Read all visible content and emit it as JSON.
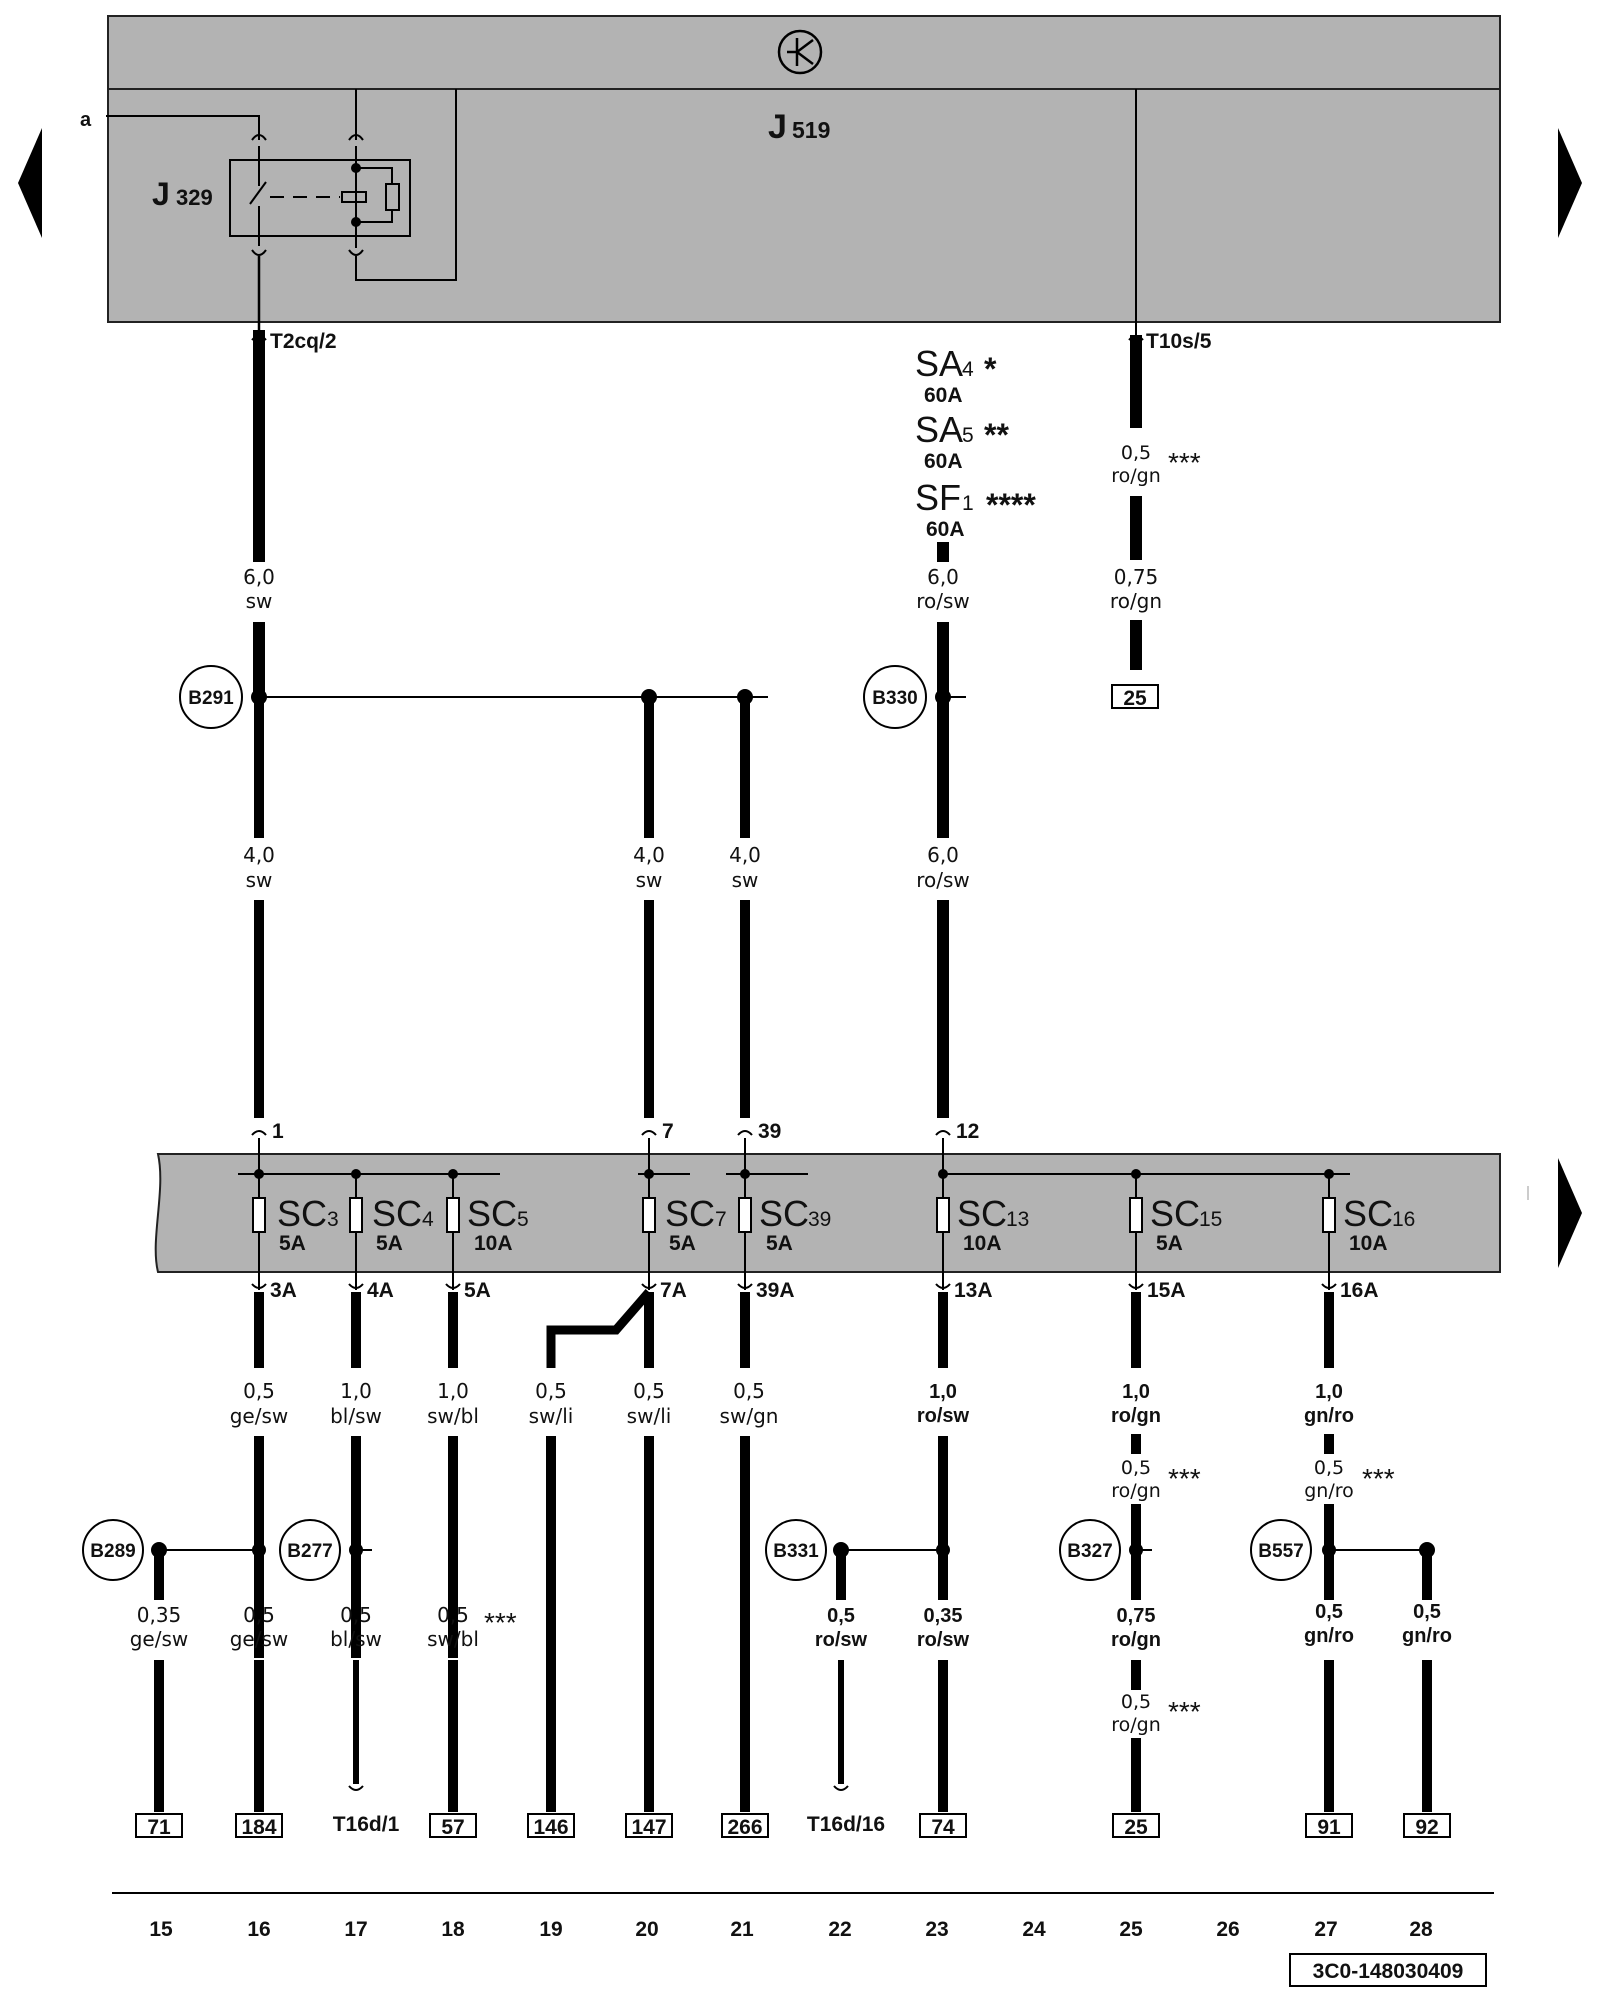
{
  "modules": {
    "top_component": "J",
    "top_component_sub": "519",
    "relay": "J",
    "relay_sub": "329",
    "wire_a": "a"
  },
  "connectors_top": [
    "T2cq/2",
    "T10s/5"
  ],
  "fuse_top": [
    {
      "name": "SA",
      "sub": "4",
      "mark": "*",
      "rating": "60A"
    },
    {
      "name": "SA",
      "sub": "5",
      "mark": "**",
      "rating": "60A"
    },
    {
      "name": "SF",
      "sub": "1",
      "mark": "****",
      "rating": "60A"
    }
  ],
  "wire_labels": [
    {
      "gauge": "6,0",
      "color": "sw"
    },
    {
      "gauge": "6,0",
      "color": "ro/sw"
    },
    {
      "gauge": "0,5",
      "color": "ro/gn"
    },
    {
      "gauge": "0,75",
      "color": "ro/gn"
    },
    {
      "gauge": "4,0",
      "color": "sw"
    },
    {
      "gauge": "4,0",
      "color": "sw"
    },
    {
      "gauge": "4,0",
      "color": "sw"
    },
    {
      "gauge": "6,0",
      "color": "ro/sw"
    },
    {
      "gauge": "0,5",
      "color": "ge/sw"
    },
    {
      "gauge": "1,0",
      "color": "bl/sw"
    },
    {
      "gauge": "1,0",
      "color": "sw/bl"
    },
    {
      "gauge": "0,5",
      "color": "sw/li"
    },
    {
      "gauge": "0,5",
      "color": "sw/li"
    },
    {
      "gauge": "0,5",
      "color": "sw/gn"
    },
    {
      "gauge": "1,0",
      "color": "ro/sw"
    },
    {
      "gauge": "1,0",
      "color": "ro/gn"
    },
    {
      "gauge": "1,0",
      "color": "gn/ro"
    },
    {
      "gauge": "0,5",
      "color": "ro/gn"
    },
    {
      "gauge": "0,5",
      "color": "gn/ro"
    },
    {
      "gauge": "0,35",
      "color": "ge/sw"
    },
    {
      "gauge": "0,5",
      "color": "ge/sw"
    },
    {
      "gauge": "0,5",
      "color": "bl/sw"
    },
    {
      "gauge": "0,5",
      "color": "sw/bl"
    },
    {
      "gauge": "0,5",
      "color": "ro/sw"
    },
    {
      "gauge": "0,35",
      "color": "ro/sw"
    },
    {
      "gauge": "0,75",
      "color": "ro/gn"
    },
    {
      "gauge": "0,5",
      "color": "gn/ro"
    },
    {
      "gauge": "0,5",
      "color": "gn/ro"
    },
    {
      "gauge": "0,5",
      "color": "ro/gn"
    }
  ],
  "stars": "***",
  "splice_points": [
    "B291",
    "B330",
    "B289",
    "B277",
    "B331",
    "B327",
    "B557"
  ],
  "fuse_inputs": [
    "1",
    "7",
    "39",
    "12"
  ],
  "fuses": [
    {
      "name": "SC",
      "sub": "3",
      "rating": "5A",
      "out": "3A"
    },
    {
      "name": "SC",
      "sub": "4",
      "rating": "5A",
      "out": "4A"
    },
    {
      "name": "SC",
      "sub": "5",
      "rating": "10A",
      "out": "5A"
    },
    {
      "name": "SC",
      "sub": "7",
      "rating": "5A",
      "out": "7A"
    },
    {
      "name": "SC",
      "sub": "39",
      "rating": "5A",
      "out": "39A"
    },
    {
      "name": "SC",
      "sub": "13",
      "rating": "10A",
      "out": "13A"
    },
    {
      "name": "SC",
      "sub": "15",
      "rating": "5A",
      "out": "15A"
    },
    {
      "name": "SC",
      "sub": "16",
      "rating": "10A",
      "out": "16A"
    }
  ],
  "refs_bottom": [
    "71",
    "184",
    "57",
    "146",
    "147",
    "266",
    "74",
    "25",
    "91",
    "92",
    "25"
  ],
  "connectors_bottom": [
    "T16d/1",
    "T16d/16"
  ],
  "track_numbers": [
    "15",
    "16",
    "17",
    "18",
    "19",
    "20",
    "21",
    "22",
    "23",
    "24",
    "25",
    "26",
    "27",
    "28"
  ],
  "doc_code": "3C0-148030409"
}
